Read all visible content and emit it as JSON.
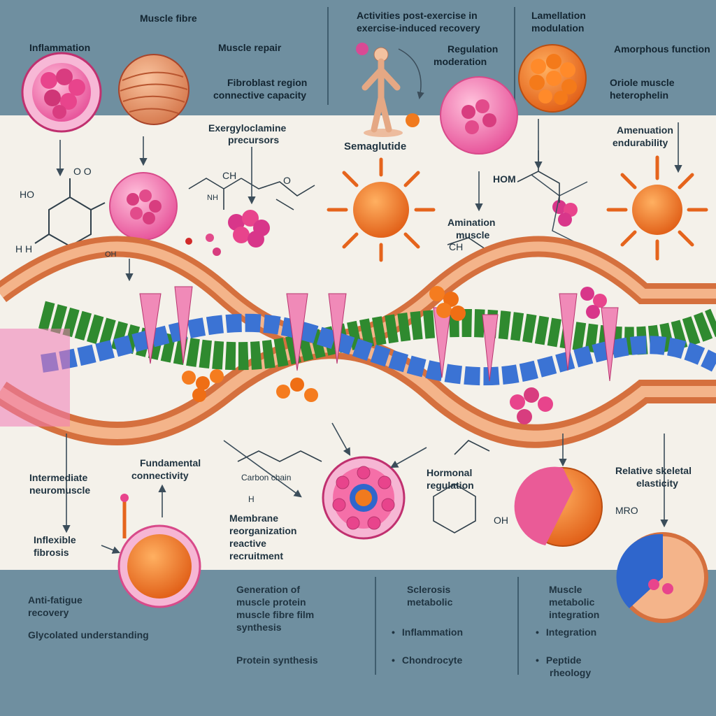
{
  "labels": {
    "inflammation": "Inflammation",
    "muscle_fiber": "Muscle fibre",
    "muscle_repair": "Muscle repair",
    "fibroblast_region": "Fibroblast region",
    "connective_capacity": "connective capacity",
    "activities_top_1": "Activities post-exercise in",
    "activities_top_2": "exercise-induced recovery",
    "regulation_1": "Regulation",
    "regulation_2": "moderation",
    "lamellation_1": "Lamellation",
    "lamellation_2": "modulation",
    "amorphous_function": "Amorphous function",
    "oriole_1": "Oriole muscle",
    "oriole_2": "heterophelin",
    "exergyloclamine_1": "Exergyloclamine",
    "exergyloclamine_2": "precursors",
    "semaglutide": "Semaglutide",
    "amination_1": "Amination",
    "amination_2": "muscle",
    "amenuation_1": "Amenuation",
    "amenuation_2": "endurability",
    "hom": "HOM",
    "fundamental_1": "Fundamental",
    "fundamental_2": "connectivity",
    "carbon_chain": "Carbon chain",
    "intermediate_1": "Intermediate",
    "intermediate_2": "neuromuscle",
    "hormone_1": "Hormonal",
    "hormone_2": "regulation",
    "relative_1": "Relative skeletal",
    "relative_2": "elasticity",
    "inflexible_1": "Inflexible",
    "inflexible_2": "fibrosis",
    "membrane_1": "Membrane",
    "membrane_2": "reorganization",
    "membrane_3": "reactive",
    "membrane_4": "recruitment",
    "mro": "MRO",
    "bottom_left_1": "Anti-fatigue",
    "bottom_left_2": "recovery",
    "bottom_left_3": "Glycolated understanding",
    "bottom_mid_1": "Generation of",
    "bottom_mid_2": "muscle protein",
    "bottom_mid_3": "muscle fibre film",
    "bottom_mid_4": "synthesis",
    "bottom_mid_5": "Protein synthesis",
    "bottom_c3_1": "Sclerosis",
    "bottom_c3_2": "metabolic",
    "bottom_c3_b1": "Inflammation",
    "bottom_c3_b2": "Chondrocyte",
    "bottom_c4_1": "Muscle",
    "bottom_c4_2": "metabolic",
    "bottom_c4_3": "integration",
    "bottom_c4_b1": "Integration",
    "bottom_c4_b2": "Peptide",
    "bottom_c4_b3": "rheology",
    "chem_oo": "O  O",
    "chem_ho": "HO",
    "chem_hh": "H H",
    "chem_oh_small": "OH",
    "chem_ch": "CH",
    "chem_nh": "NH",
    "chem_o": "O",
    "chem_oh2": "OH",
    "chem_ch3": "CH",
    "chem_h": "H"
  },
  "colors": {
    "band": "#6f8fa0",
    "cream": "#f4f1ea",
    "muscle": "#e07a50",
    "muscle_dark": "#a8442a",
    "green": "#3c9a3a",
    "blue": "#2f6fcf",
    "pink": "#e8579c",
    "orange": "#f07a1e"
  }
}
